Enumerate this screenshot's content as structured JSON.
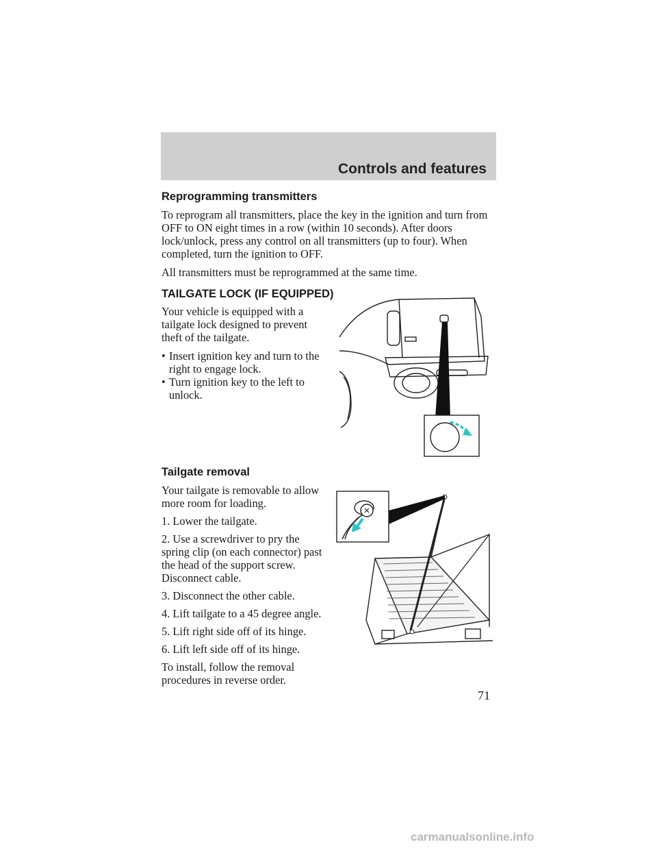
{
  "header": {
    "title": "Controls and features"
  },
  "sections": {
    "reprogramming": {
      "heading": "Reprogramming transmitters",
      "para1_lines": [
        "To reprogram all transmitters, place the key in the ignition and turn from",
        "OFF to ON eight times in a row (within 10 seconds). After doors",
        "lock/unlock, press any control on all transmitters (up to four). When",
        "completed, turn the ignition to OFF."
      ],
      "para2": "All transmitters must be reprogrammed at the same time."
    },
    "tailgate_lock": {
      "heading": "TAILGATE LOCK (IF EQUIPPED)",
      "intro_lines": [
        "Your vehicle is equipped with a",
        "tailgate lock designed to prevent",
        "theft of the tailgate."
      ],
      "bullet_symbol": "•",
      "bullets": [
        {
          "lines": [
            "Insert ignition key and turn to the",
            "right to engage lock."
          ]
        },
        {
          "lines": [
            "Turn ignition key to the left to",
            "unlock."
          ]
        }
      ]
    },
    "tailgate_removal": {
      "heading": "Tailgate removal",
      "intro_lines": [
        "Your tailgate is removable to allow",
        "more room for loading."
      ],
      "step1": "1. Lower the tailgate.",
      "step2_lines": [
        "2. Use a screwdriver to pry the",
        "spring clip (on each connector) past",
        "the head of the support screw.",
        "Disconnect cable."
      ],
      "step3": "3. Disconnect the other cable.",
      "step4": "4. Lift tailgate to a 45 degree angle.",
      "step5": "5. Lift right side off of its hinge.",
      "step6": "6. Lift left side off of its hinge.",
      "closing_lines": [
        "To install, follow the removal",
        "procedures in reverse order."
      ]
    }
  },
  "page_number": "71",
  "watermark": "carmanualsonline.info",
  "colors": {
    "header_band": "#cfcfcf",
    "accent_arrow": "#2ec4c4"
  }
}
